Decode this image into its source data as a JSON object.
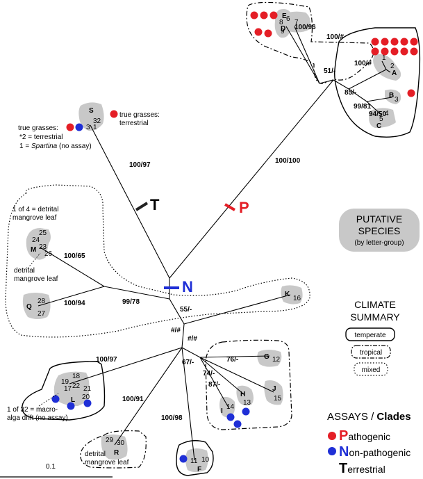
{
  "species": [
    {
      "id": "E",
      "tips": [
        "8",
        "9"
      ]
    },
    {
      "id": "D",
      "tips": [
        "6",
        "7"
      ]
    },
    {
      "id": "A",
      "tips": [
        "1",
        "2"
      ]
    },
    {
      "id": "B",
      "tips": [
        "3"
      ]
    },
    {
      "id": "C",
      "tips": [
        "4",
        "5"
      ]
    },
    {
      "id": "S",
      "tips": [
        "32",
        "3",
        "1"
      ]
    },
    {
      "id": "M",
      "tips": [
        "24",
        "25",
        "23",
        "26"
      ]
    },
    {
      "id": "Q",
      "tips": [
        "28",
        "27"
      ]
    },
    {
      "id": "K",
      "tips": [
        "16"
      ]
    },
    {
      "id": "G",
      "tips": [
        "12"
      ]
    },
    {
      "id": "H",
      "tips": [
        "13"
      ]
    },
    {
      "id": "J",
      "tips": [
        "15"
      ]
    },
    {
      "id": "I",
      "tips": [
        "14"
      ]
    },
    {
      "id": "L",
      "tips": [
        "19",
        "18",
        "17",
        "22",
        "21",
        "20"
      ]
    },
    {
      "id": "R",
      "tips": [
        "29",
        "30"
      ]
    },
    {
      "id": "F",
      "tips": [
        "11",
        "10"
      ]
    }
  ],
  "support": {
    "e_node": "100/96",
    "d_node": "100/#",
    "a_node": "100/#",
    "ed_node": "51/-",
    "abc_node": "85/-",
    "bc_node": "99/81",
    "c_node": "94/50",
    "pathogen_branch": "100/100",
    "s_branch": "100/97",
    "m_node": "100/65",
    "q_node": "100/94",
    "mq_node": "99/78",
    "k_node": "55/-",
    "root1": "#/#",
    "root2": "#/#",
    "l_node": "100/97",
    "r_node": "100/91",
    "ghij_node": "67/-",
    "g_node": "76/-",
    "hj_node": "74/-",
    "i_node": "87/-",
    "f_node": "100/98"
  },
  "branch_markers": {
    "T": "T",
    "P": "P",
    "N": "N"
  },
  "notes": {
    "s_right_1": "true grasses:",
    "s_right_2": "terrestrial",
    "s_left_1": "true grasses:",
    "s_left_2": "*2 = terrestrial",
    "s_left_3a": "1 = ",
    "s_left_3b": "Spartina",
    "s_left_3c": " (no assay)",
    "m_top_1": "1 of 4 = detrital",
    "m_top_2": "mangrove leaf",
    "m_bottom_1": "detrital",
    "m_bottom_2": "mangrove leaf",
    "l_1": "1 of 32 = macro-",
    "l_2": "alga drift (no assay)",
    "r_1": "detrital",
    "r_2": "mangrove leaf"
  },
  "legend": {
    "putative_1": "PUTATIVE",
    "putative_2": "SPECIES",
    "putative_3": "(by letter-group)",
    "climate_1": "CLIMATE",
    "climate_2": "SUMMARY",
    "temperate": "temperate",
    "tropical": "tropical",
    "mixed": "mixed",
    "assays_1": "ASSAYS / ",
    "assays_2": "Clades",
    "pathogenic_initial": "P",
    "pathogenic_rest": "athogenic",
    "nonpathogenic_initial": "N",
    "nonpathogenic_rest": "on-pathogenic",
    "terrestrial_initial": "T",
    "terrestrial_rest": "errestrial"
  },
  "scale_label": "0.1",
  "colors": {
    "pathogenic": "#e41e26",
    "nonpathogenic": "#1f2fd6",
    "terrestrial": "#000000",
    "blob": "#c8c8c8"
  }
}
